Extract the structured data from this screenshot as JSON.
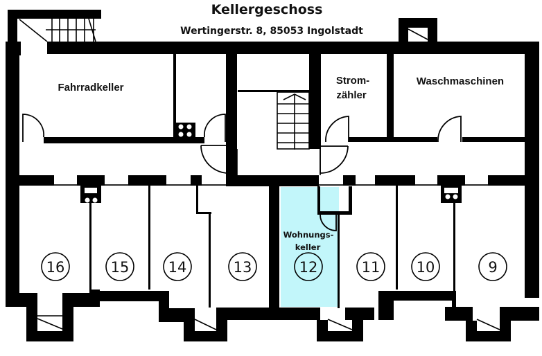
{
  "header": {
    "title": "Kellergeschoss",
    "address": "Wertingerstr. 8, 85053 Ingolstadt"
  },
  "colors": {
    "highlight": "#c2f6fa",
    "wall": "#000000",
    "background": "#ffffff"
  },
  "rooms": {
    "fahrradkeller": "Fahrradkeller",
    "stromzaehler_line1": "Strom-",
    "stromzaehler_line2": "zähler",
    "waschmaschinen": "Waschmaschinen",
    "wohnungskeller_line1": "Wohnungs-",
    "wohnungskeller_line2": "keller"
  },
  "units": [
    {
      "number": "16",
      "highlighted": false
    },
    {
      "number": "15",
      "highlighted": false
    },
    {
      "number": "14",
      "highlighted": false
    },
    {
      "number": "13",
      "highlighted": false
    },
    {
      "number": "12",
      "highlighted": true
    },
    {
      "number": "11",
      "highlighted": false
    },
    {
      "number": "10",
      "highlighted": false
    },
    {
      "number": "9",
      "highlighted": false
    }
  ]
}
